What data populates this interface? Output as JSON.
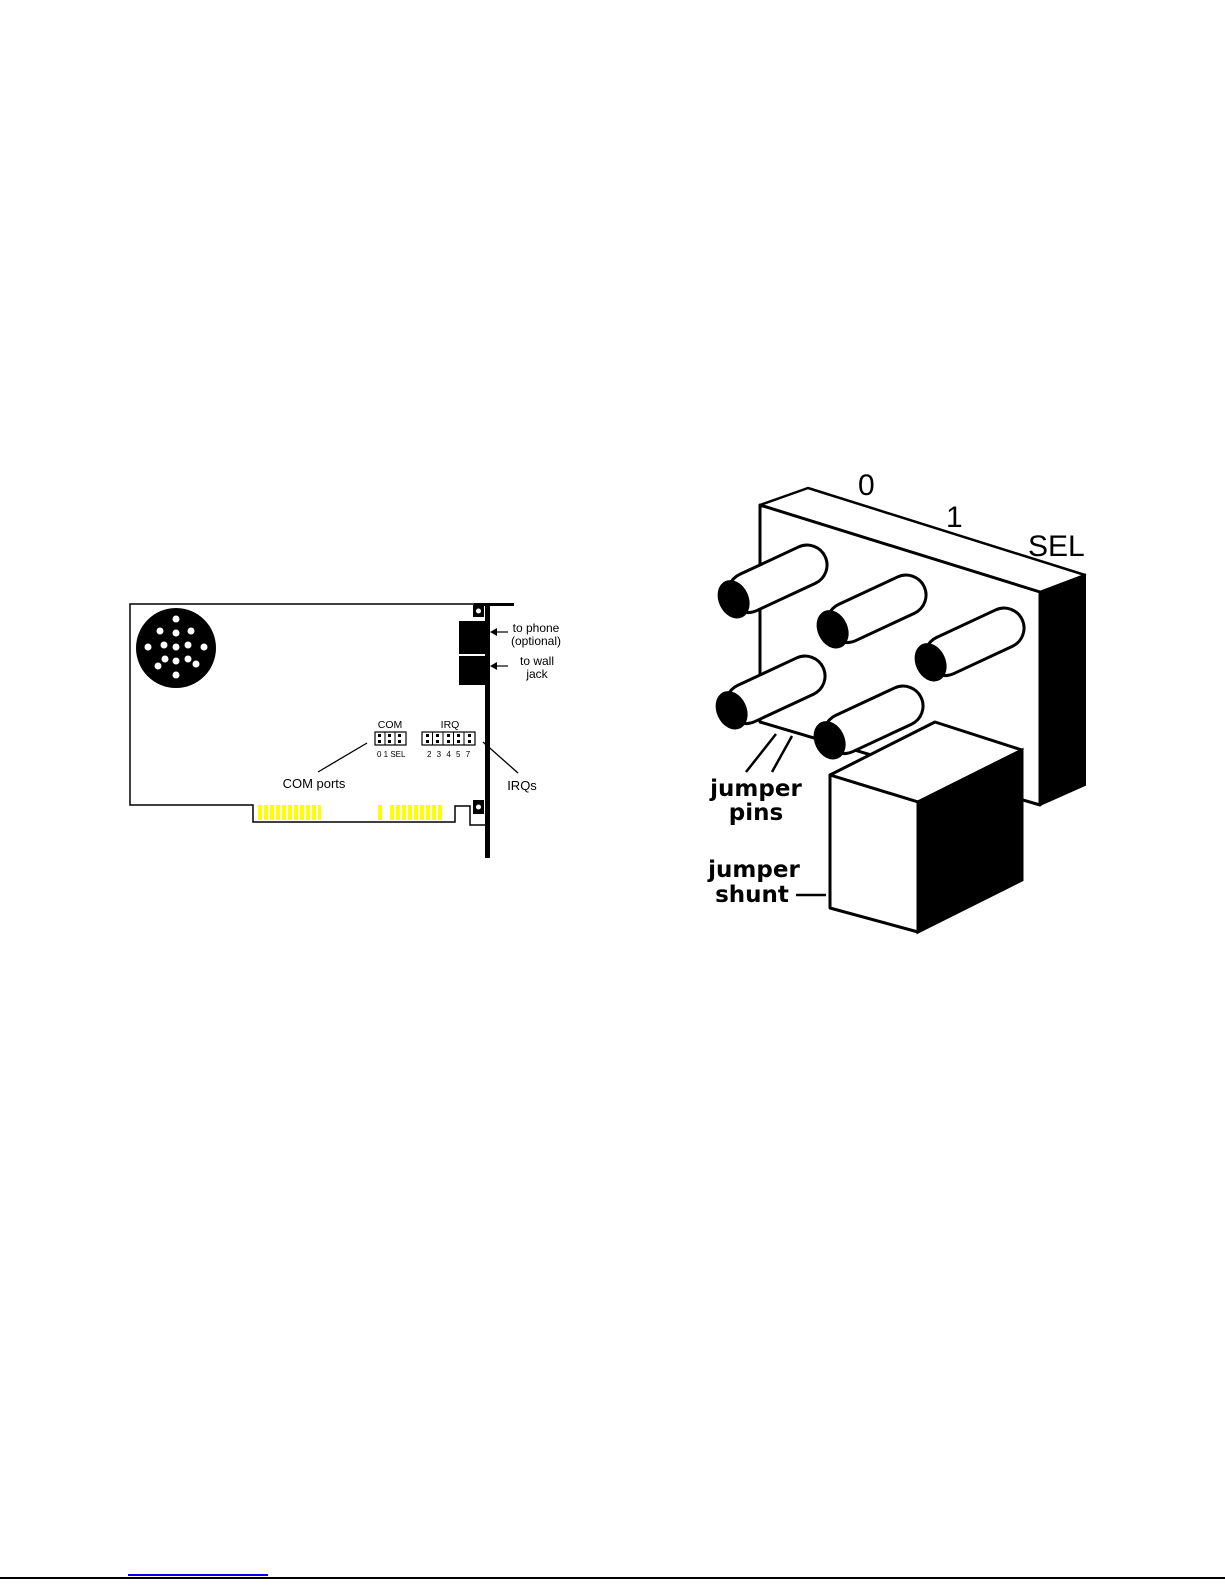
{
  "modem_card": {
    "phone_label_1": "to phone",
    "phone_label_2": "(optional)",
    "wall_label_1": "to wall",
    "wall_label_2": "jack",
    "com_header": "COM",
    "com_pin_labels": "0 1 SEL",
    "irq_header": "IRQ",
    "irq_pin_labels": "2 3 4 5 7",
    "com_ports_label": "COM ports",
    "irqs_label": "IRQs",
    "colors": {
      "edge_connector": "#ffff00",
      "outline": "#000000"
    }
  },
  "jumper_block": {
    "label_0": "0",
    "label_1": "1",
    "label_sel": "SEL",
    "pins_label_1": "jumper",
    "pins_label_2": "pins",
    "shunt_label_1": "jumper",
    "shunt_label_2": "shunt"
  }
}
